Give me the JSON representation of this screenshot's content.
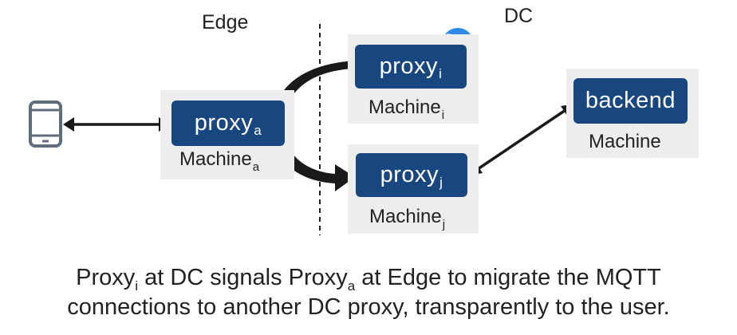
{
  "regions": {
    "edge": "Edge",
    "dc": "DC"
  },
  "nodes": {
    "proxy_a": {
      "label": "proxy",
      "sub": "a",
      "machine": "Machine",
      "machine_sub": "a"
    },
    "proxy_i": {
      "label": "proxy",
      "sub": "i",
      "machine": "Machine",
      "machine_sub": "i"
    },
    "proxy_j": {
      "label": "proxy",
      "sub": "j",
      "machine": "Machine",
      "machine_sub": "j"
    },
    "backend": {
      "label": "backend",
      "machine": "Machine"
    }
  },
  "caption": {
    "line1_part1": "Proxy",
    "line1_sub1": "i",
    "line1_part2": " at DC signals Proxy",
    "line1_sub2": "a",
    "line1_part3": " at Edge to migrate the MQTT",
    "line2": "connections to another DC proxy, transparently to the user."
  },
  "icons": {
    "device": "smartphone-icon",
    "restart": "restart-icon"
  },
  "colors": {
    "proxy_fill": "#17477e",
    "machine_fill": "#ededed",
    "restart_badge": "#2e8ae6",
    "device_stroke": "#5f6e7c"
  }
}
